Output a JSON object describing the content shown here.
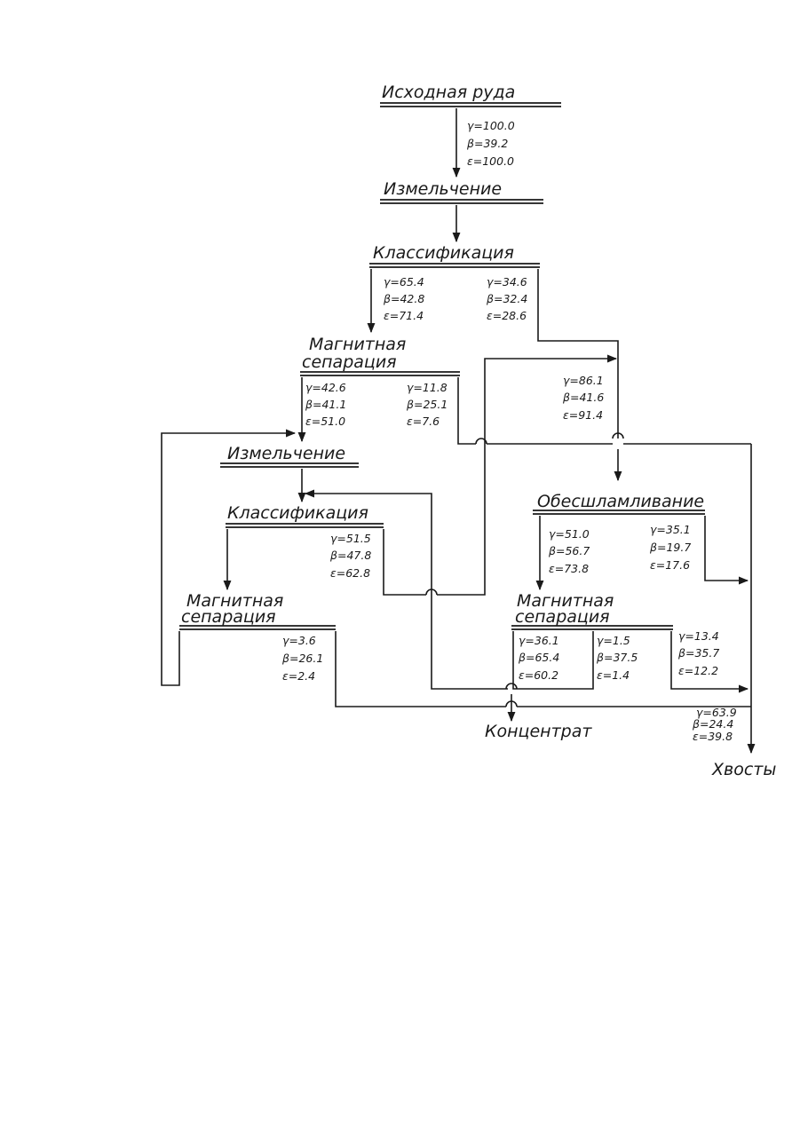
{
  "nodes": {
    "ore": "Исходная руда",
    "grind1": "Измельчение",
    "class1": "Классификация",
    "mag1": [
      "Магнитная",
      "сепарация"
    ],
    "grind2": "Измельчение",
    "class2": "Классификация",
    "mag2": [
      "Магнитная",
      "сепарация"
    ],
    "desl": "Обесшламливание",
    "mag3": [
      "Магнитная",
      "сепарация"
    ],
    "conc": "Концентрат",
    "tails": "Хвосты"
  },
  "values": {
    "ore_out": [
      "γ=100.0",
      "β=39.2",
      "ε=100.0"
    ],
    "class1_left": [
      "γ=65.4",
      "β=42.8",
      "ε=71.4"
    ],
    "class1_right": [
      "γ=34.6",
      "β=32.4",
      "ε=28.6"
    ],
    "mag1_left": [
      "γ=42.6",
      "β=41.1",
      "ε=51.0"
    ],
    "mag1_right": [
      "γ=11.8",
      "β=25.1",
      "ε=7.6"
    ],
    "desl_in": [
      "γ=86.1",
      "β=41.6",
      "ε=91.4"
    ],
    "class2_right": [
      "γ=51.5",
      "β=47.8",
      "ε=62.8"
    ],
    "desl_left": [
      "γ=51.0",
      "β=56.7",
      "ε=73.8"
    ],
    "desl_right": [
      "γ=35.1",
      "β=19.7",
      "ε=17.6"
    ],
    "mag2_right": [
      "γ=3.6",
      "β=26.1",
      "ε=2.4"
    ],
    "mag3_a": [
      "γ=36.1",
      "β=65.4",
      "ε=60.2"
    ],
    "mag3_b": [
      "γ=1.5",
      "β=37.5",
      "ε=1.4"
    ],
    "mag3_c": [
      "γ=13.4",
      "β=35.7",
      "ε=12.2"
    ],
    "tails_total": [
      "γ=63.9",
      "β=24.4",
      "ε=39.8"
    ]
  }
}
